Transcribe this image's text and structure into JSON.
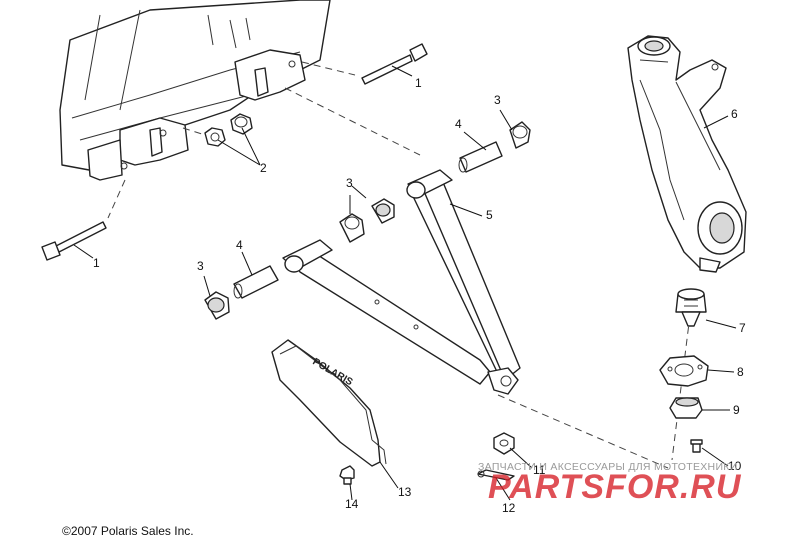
{
  "copyright": "©2007 Polaris Sales Inc.",
  "watermark": {
    "subtitle": "ЗАПЧАСТИ И АКСЕССУАРЫ ДЛЯ МОТОТЕХНИКИ",
    "brand": "PARTSFOR.RU"
  },
  "guard_text": "POLARIS",
  "callouts": {
    "c1a": "1",
    "c1b": "1",
    "c2": "2",
    "c3a": "3",
    "c3b": "3",
    "c3c": "3",
    "c4a": "4",
    "c4b": "4",
    "c5": "5",
    "c6": "6",
    "c7": "7",
    "c8": "8",
    "c9": "9",
    "c10": "10",
    "c11": "11",
    "c12": "12",
    "c13": "13",
    "c14": "14"
  }
}
